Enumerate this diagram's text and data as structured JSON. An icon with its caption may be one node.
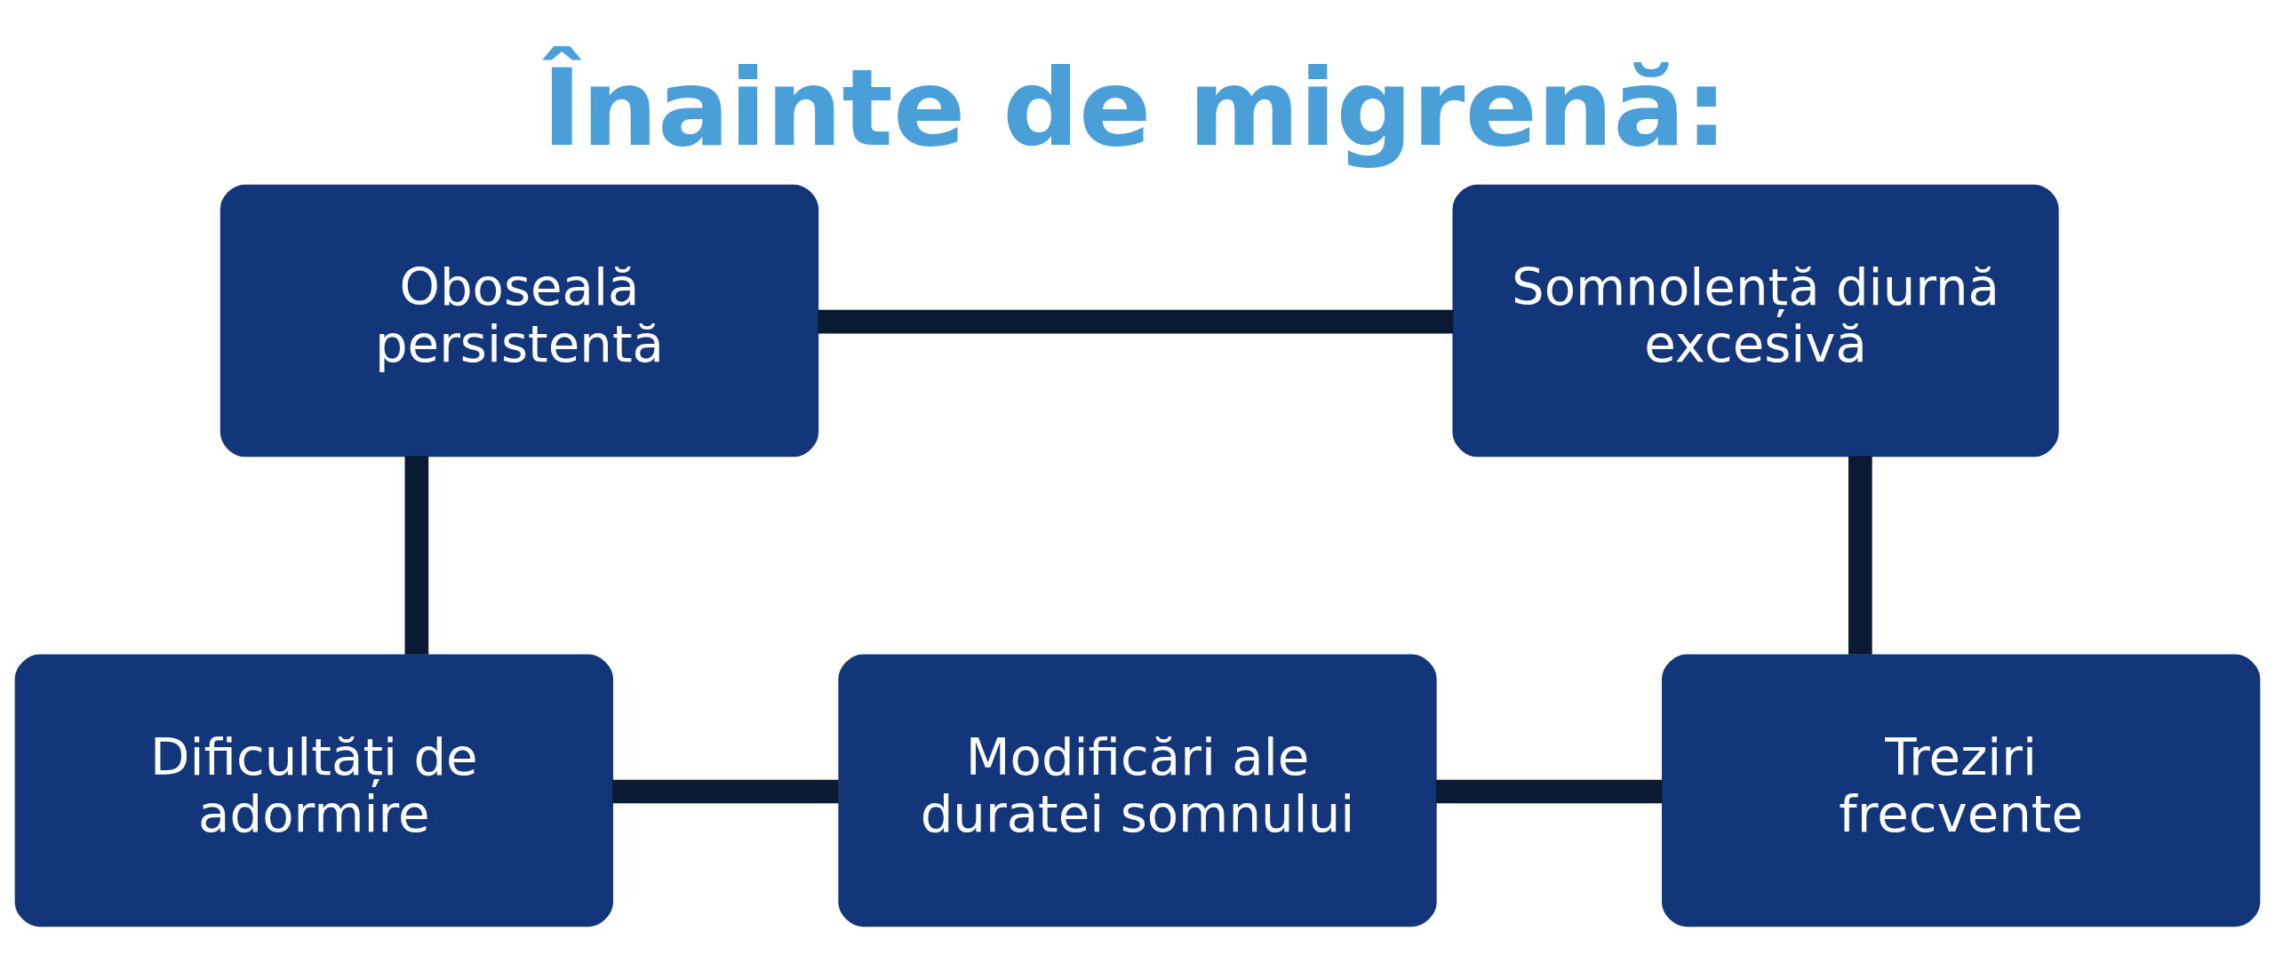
{
  "diagram": {
    "title": "Înainte de migrenă:",
    "nodes": [
      {
        "text": [
          "Oboseală persistentă"
        ]
      },
      {
        "text": [
          "Somnolență diurnă excesivă"
        ]
      },
      {
        "text": [
          "Dificultăți de adormire"
        ]
      },
      {
        "text": [
          "Modificări ale duratei somnului"
        ]
      },
      {
        "text": [
          "Treziri frecvente"
        ]
      }
    ],
    "edges": [
      {
        "from": 0,
        "to": 1,
        "arrow": "none"
      },
      {
        "from": 1,
        "to": 4,
        "arrow": "none"
      },
      {
        "from": 2,
        "to": 3,
        "arrow": "none"
      },
      {
        "from": 3,
        "to": 4,
        "arrow": "none"
      },
      {
        "from": 0,
        "to": 2,
        "arrow": "none"
      }
    ]
  }
}
